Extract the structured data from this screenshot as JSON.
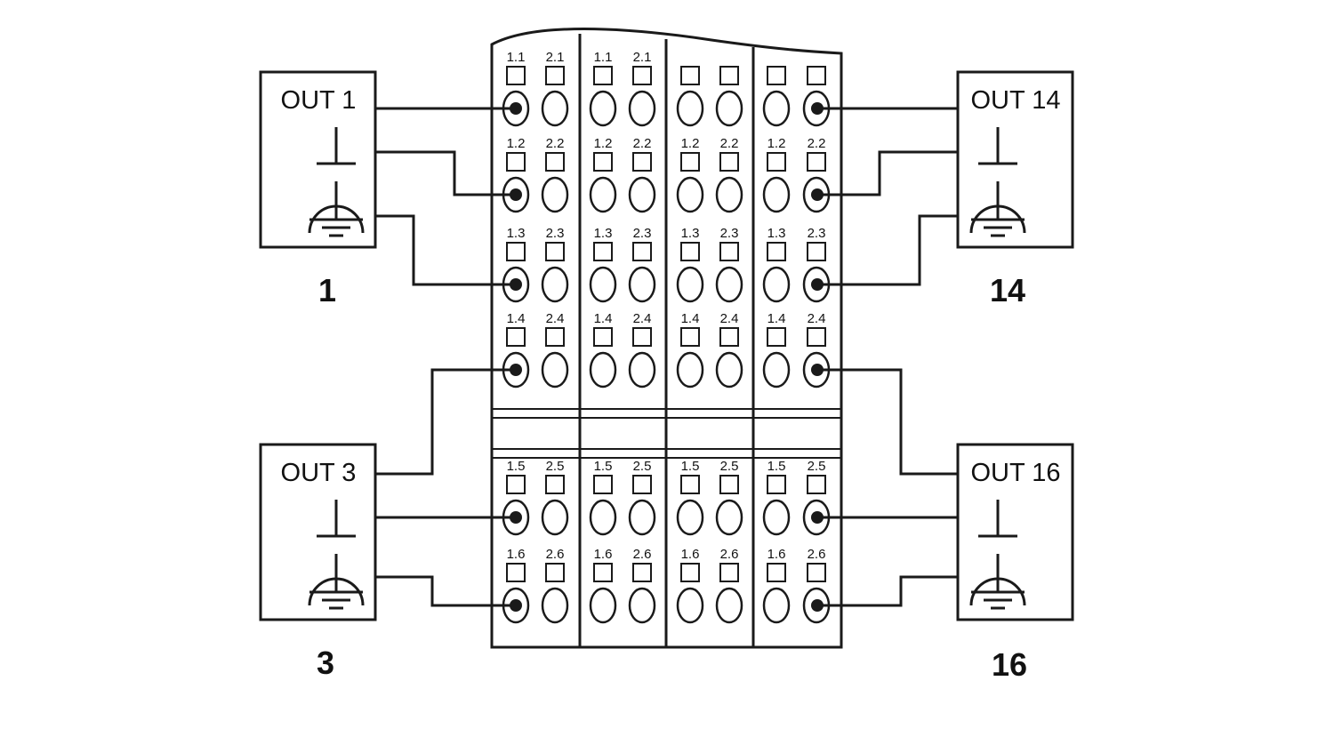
{
  "modules": [
    {
      "title": "OUT 1",
      "number": "1"
    },
    {
      "title": "OUT 14",
      "number": "14"
    },
    {
      "title": "OUT 3",
      "number": "3"
    },
    {
      "title": "OUT 16",
      "number": "16"
    }
  ],
  "terminal_labels": {
    "col1": [
      "1.1",
      "1.2",
      "1.3",
      "1.4",
      "1.5",
      "1.6"
    ],
    "col2": [
      "2.1",
      "2.2",
      "2.3",
      "2.4",
      "2.5",
      "2.6"
    ]
  },
  "colors": {
    "line": "#1a1a1a",
    "background": "#ffffff"
  }
}
